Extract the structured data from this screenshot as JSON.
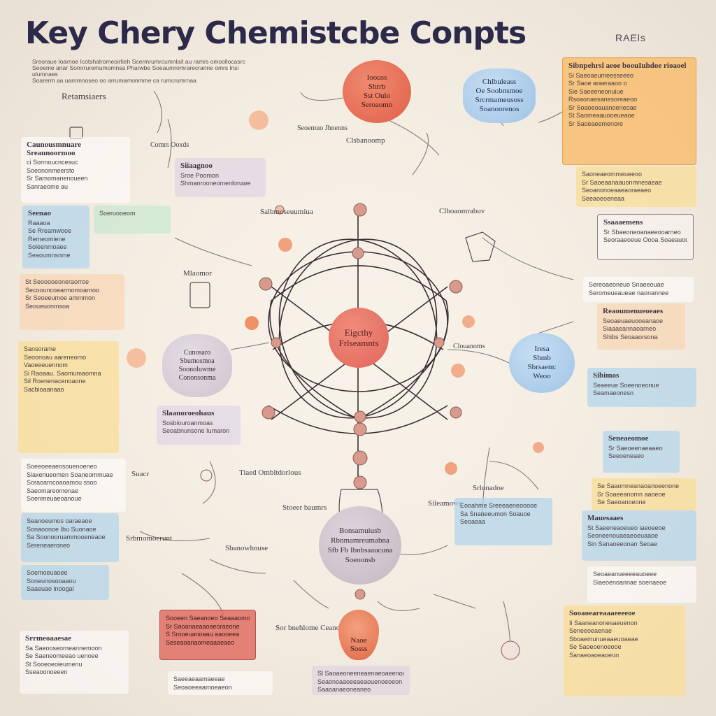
{
  "title": "Key Chery Chemistcbe Conpts",
  "corner_label": "RAEls",
  "intro_lines": [
    "Sreoraue Ioarnoe Icotshalromeoirtieh Scermrumrcumnlait au ramrs omoollocasrc",
    "Seoeme anar Somrruremumomnsa Pharwbe Soeaumromrarecrarine omrs lnsi ulumnaes",
    "Soarerm aa uarnmnoseo oo arrumamonmme ca rumcrumrnaa"
  ],
  "section_labels": {
    "left_header": "Retamsiaers",
    "compos": "Comrs Ooxds",
    "mid_upper": "Seoemuo Jhnenns",
    "mid_upper2": "Clsbanoomp",
    "mid_left": "Salbmoseuumiua",
    "micro": "Mlaomor",
    "right_upper": "Clboaomrabuv",
    "right_mid": "Clouanoms",
    "lower_mid": "Tiaed Ombltdorlous",
    "lower_mid2": "Stoeer baumrs",
    "lower_left": "Suacr",
    "lower_left2": "Srbmomoerunt",
    "lower_right": "Srlonadoe",
    "lower_left3": "Sbanowhnuse",
    "bottom_center": "Sor bnehlome Ceanoe",
    "bottom_right": "Sileamowe"
  },
  "nodes": {
    "top_red": [
      "Ioouss",
      "Shrrb",
      "Sst Oulo",
      "Seroaomn"
    ],
    "top_blue": [
      "Chlbuleass",
      "Oe Soobnsmoe",
      "Srcrmameusoss",
      "Soanoorenos"
    ],
    "core": [
      "Eigcthy",
      "Frlseamnts"
    ],
    "right_blue": [
      "Iresa",
      "Shmb",
      "Sbrsaem:",
      "Weoo"
    ],
    "bottom_grey": [
      "Bonsamuiusb",
      "Rbnmamreumabna",
      "Sfb Fb Ibnbsaaucuna",
      "Soeoonsb"
    ],
    "drop": [
      "Naoe",
      "Sosss"
    ],
    "left_bubble": [
      "Cunosaro",
      "Sbumosmoa",
      "Soonoluwme",
      "Cononsonma"
    ]
  },
  "boxes": {
    "left1": {
      "heading": "Caunousmnuare Sreaunoormoo",
      "lines": [
        "ci Sormoucncesuc",
        "Soeononmeersto",
        "Sr Samomanenoueen",
        "Sanraeome au"
      ]
    },
    "left_blue1": {
      "heading": "Seenao",
      "lines": [
        "Raaaoa",
        "Se Rreamwooe",
        "Remeomiene",
        "Soieenmoaee",
        "Seaoumnsnme"
      ]
    },
    "left_green1": {
      "heading": "",
      "lines": [
        "Soeruooeom"
      ]
    },
    "left2": {
      "heading": "",
      "lines": [
        "St Seooooeoneraorroe",
        "Secoouncoearmomoarnoo",
        "Sr Seoeeumoe ammmon",
        "Seoueuonmsoa"
      ]
    },
    "left_yellow": {
      "heading": "",
      "lines": [
        "Sansorame",
        "Seoonoau aareneomo",
        "Vaoeeeuennom",
        "Si Raoaau. Saomumaomna",
        "Sil Roenenacenoaone",
        "Sacbioaanaao"
      ]
    },
    "mid_left_box": {
      "heading": "Slaanoroeohaus",
      "lines": [
        "Sosbiouroanmoas",
        "Seoabnunsone Iumaron"
      ]
    },
    "left3": {
      "heading": "",
      "lines": [
        "Soeeoeeaeosouenoeneo",
        "Siaxenueomen Soaneommuae",
        "Soraoarncoaoamou ssoo",
        "Saeomareomonae",
        "Soenmeuaeoanoue"
      ]
    },
    "left_blue2": {
      "heading": "",
      "lines": [
        "Seanoeumos oaraeaoe",
        "Sonaoonoe Ibu Suonaoe",
        "Sa Soonooruammooeneaoe",
        "Sereneaeroneo"
      ]
    },
    "left_blue3": {
      "heading": "",
      "lines": [
        "Soemoeuaoee",
        "Soneunosooaaou",
        "Saaeuao lnoogal"
      ]
    },
    "left_bottom": {
      "heading": "Srrmeoaaesae",
      "lines": [
        "Sa Saeooseorneannemoon",
        "Se Saeneomeeao uenoee",
        "St Sooeoeoieumenu",
        "Sseaoonoeeen"
      ]
    },
    "mid_grey": {
      "heading": "Siiaagnoo",
      "lines": [
        "Sroe Poomon",
        "Shmanrooneomenloruwe"
      ]
    },
    "right_orange": {
      "heading": "Sibnpehrsl aeoe boouIuhdoe rioaoel",
      "lines": [
        "Si Saeoaeumeesseeeo",
        "Sr Saoe araeraaoo o",
        "Sie Saeeeneonuiue",
        "Rsoaonaesanesoreaeoo",
        "Sr Soaoeoauanoeneoae",
        "St Saomeaauooeueaoe",
        "Sr Saoeaeemenore"
      ]
    },
    "right_yellow1": {
      "heading": "",
      "lines": [
        "Saoneaeommeueeoo",
        "Sr Saoeaanaauonmnesaeae",
        "Seoanonoeaaeaoraeaeo",
        "Seeaoeoeneaa"
      ]
    },
    "right_outline": {
      "heading": "Ssaaaemens",
      "lines": [
        "Sr Sbaeoneoanaeeooarneo",
        "Seoraaeoeue Oooa Soaeauooo"
      ]
    },
    "right2": {
      "heading": "",
      "lines": [
        "Sereoaeoneuo Snaeeouae",
        "Seromeueaueae naonannee"
      ]
    },
    "right_peach": {
      "heading": "Reaoumenueoeaes",
      "lines": [
        "Seoaeuaeuooeanaoe",
        "Siaaaeannaoarneo",
        "Shibs Seoaaorsona"
      ]
    },
    "right_blue1": {
      "heading": "Sibimos",
      "lines": [
        "Seaeeue Soeenoeonue",
        "Seamaeonesn"
      ]
    },
    "right_blue2": {
      "heading": "Seneaeomoe",
      "lines": [
        "Sr Saeoeenaeaaeo",
        "Seeoeneaeo"
      ]
    },
    "right_yellow2": {
      "heading": "",
      "lines": [
        "Se Saaomneanaoanoeenone",
        "Sr Soaeeanomn aaoeoe",
        "Se Saeoanoeone"
      ]
    },
    "right_blue3": {
      "heading": "Mauesaaes",
      "lines": [
        "St Saeeneaoeueo iaeoeeoe",
        "Seoneenouaeaeoeuaaoe",
        "Sin Sanaoeeonan Seoae"
      ]
    },
    "right3": {
      "heading": "",
      "lines": [
        "Seoaeanueeeeauoeee",
        "Siaeoenoannae soenaeoe"
      ]
    },
    "right_yellow3": {
      "heading": "Sooaoeareaaaeeeeoe",
      "lines": [
        "",
        "Ii Saaneanonesaeuenon",
        "Seneeoeaenae",
        "Sboaemunueaaeuoaeae",
        "Se Saoeoenoeooe",
        "Sanaeoaoeaoeun"
      ]
    },
    "mid_blue": {
      "heading": "",
      "lines": [
        "Eooahme Sreeeaeneooooe",
        "Sa Snaneeumon Soauoe",
        "Seoaeaa"
      ]
    },
    "mid_red": {
      "heading": "",
      "lines": [
        "Sooeen Saeanoeo Seaaaomoe",
        "Sr Saoanaeaaoaeoraeone",
        "S Srooeuanoaau aaooeea",
        "Seseaoanaomeaaaeaeo"
      ]
    },
    "bottom_white": {
      "heading": "",
      "lines": [
        "Saeeaeaamaeeae",
        "Seoaoeeaamoeaeon"
      ]
    },
    "bottom_lav": {
      "heading": "",
      "lines": [
        "Sl Saoaeoneeneaenaeoaeenou",
        "Seaonoaaoeeaeaouenoeoeon",
        "Saaoanaeoneaneo"
      ]
    }
  },
  "colors": {
    "title": "#2b2a4a",
    "core": "#e0665a",
    "blue_node": "#9ec4e6",
    "wire": "#3c2f36",
    "bead": "#d89a8c"
  }
}
